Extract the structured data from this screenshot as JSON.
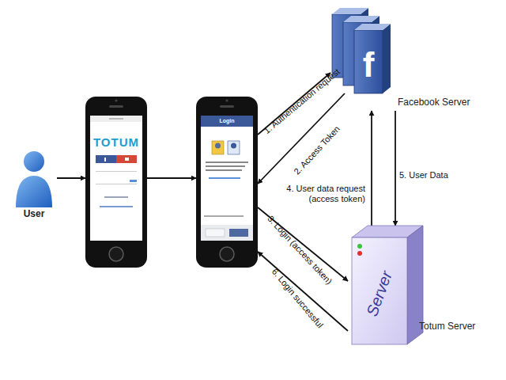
{
  "diagram": {
    "nodes": [
      {
        "text": [
          "User"
        ]
      },
      {
        "text": [
          "TOTUM"
        ]
      },
      {
        "text": [
          "Login"
        ]
      },
      {
        "text": [
          "f",
          "Facebook Server"
        ]
      },
      {
        "text": [
          "Server",
          "Totum Server"
        ]
      }
    ],
    "edges": [
      {
        "from": 0,
        "to": 1,
        "arrow": "to"
      },
      {
        "from": 1,
        "to": 2,
        "arrow": "to"
      },
      {
        "from": 2,
        "to": 3,
        "label": "1. Authentication request",
        "arrow": "to"
      },
      {
        "from": 3,
        "to": 2,
        "label": "2. Access Token",
        "arrow": "to"
      },
      {
        "from": 2,
        "to": 4,
        "label": "3. Login (access token)",
        "arrow": "to"
      },
      {
        "from": 4,
        "to": 3,
        "label": "4. User data request (access token)",
        "arrow": "to"
      },
      {
        "from": 3,
        "to": 4,
        "label": "5. User Data",
        "arrow": "to"
      },
      {
        "from": 4,
        "to": 2,
        "label": "6. Login successful",
        "arrow": "to"
      }
    ]
  }
}
